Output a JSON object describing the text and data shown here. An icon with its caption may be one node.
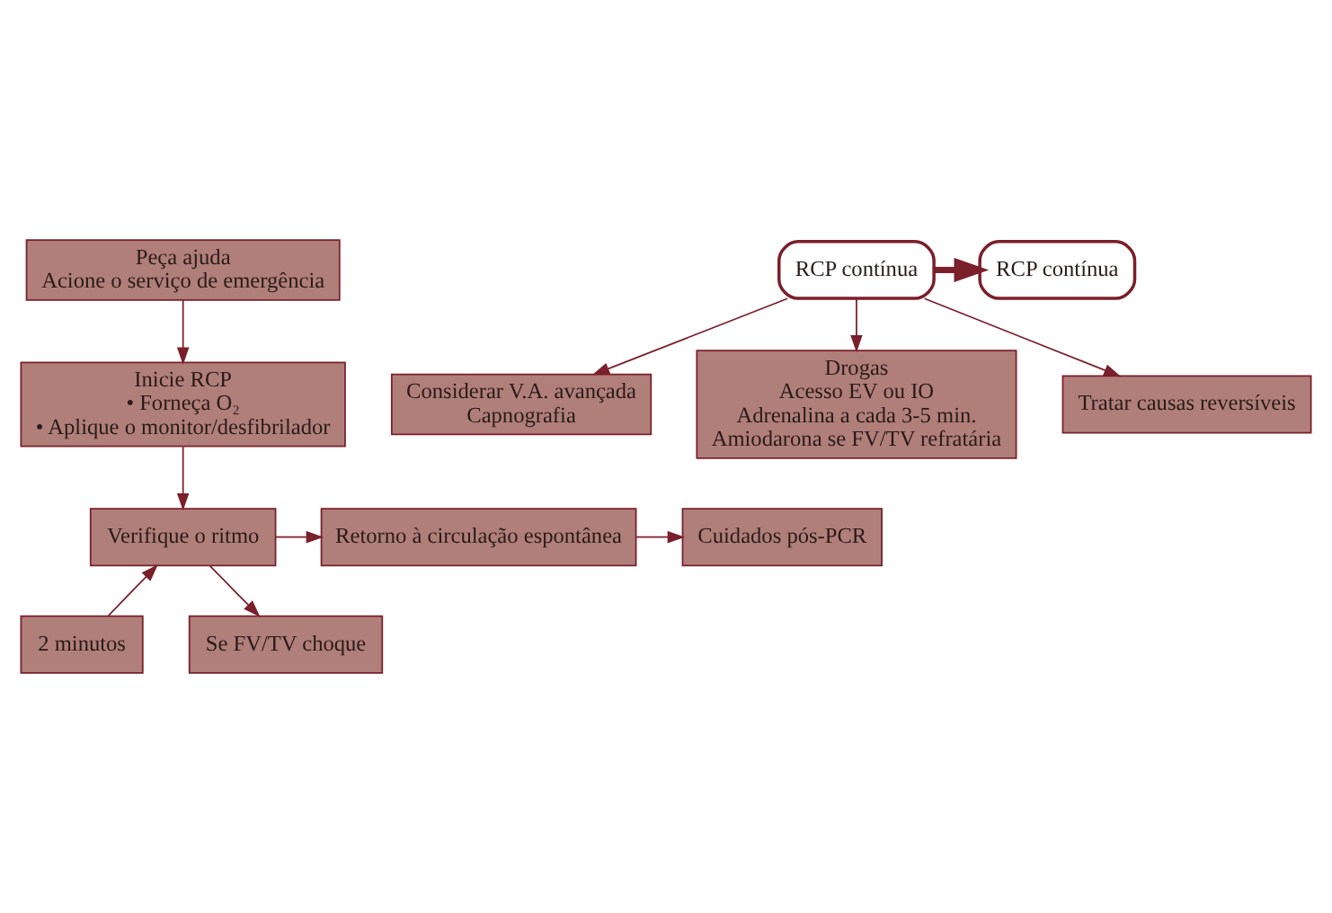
{
  "diagram": {
    "nodes": [
      {
        "text": [
          "Peça ajuda",
          "Acione o serviço de emergência"
        ]
      },
      {
        "text": [
          "Inicie RCP",
          "• Forneça O₂",
          "• Aplique o monitor/desfibrilador"
        ]
      },
      {
        "text": [
          "Verifique o ritmo"
        ]
      },
      {
        "text": [
          "Retorno à circulação espontânea"
        ]
      },
      {
        "text": [
          "Cuidados pós-PCR"
        ]
      },
      {
        "text": [
          "2 minutos"
        ]
      },
      {
        "text": [
          "Se FV/TV choque"
        ]
      },
      {
        "text": [
          "RCP contínua"
        ]
      },
      {
        "text": [
          "RCP contínua"
        ]
      },
      {
        "text": [
          "Considerar V.A. avançada",
          "Capnografia"
        ]
      },
      {
        "text": [
          "Drogas",
          "Acesso EV ou IO",
          "Adrenalina a cada 3-5 min.",
          "Amiodarona se FV/TV refratária"
        ]
      },
      {
        "text": [
          "Tratar causas reversíveis"
        ]
      }
    ],
    "edges": [
      {
        "from": 0,
        "to": 1,
        "arrow": "to"
      },
      {
        "from": 1,
        "to": 2,
        "arrow": "to"
      },
      {
        "from": 2,
        "to": 3,
        "arrow": "to"
      },
      {
        "from": 3,
        "to": 4,
        "arrow": "to"
      },
      {
        "from": 5,
        "to": 2,
        "arrow": "to"
      },
      {
        "from": 2,
        "to": 6,
        "arrow": "to"
      },
      {
        "from": 8,
        "to": 7,
        "arrow": "to",
        "style": "thick"
      },
      {
        "from": 8,
        "to": 9,
        "arrow": "to"
      },
      {
        "from": 8,
        "to": 10,
        "arrow": "to"
      },
      {
        "from": 8,
        "to": 11,
        "arrow": "to"
      }
    ]
  }
}
